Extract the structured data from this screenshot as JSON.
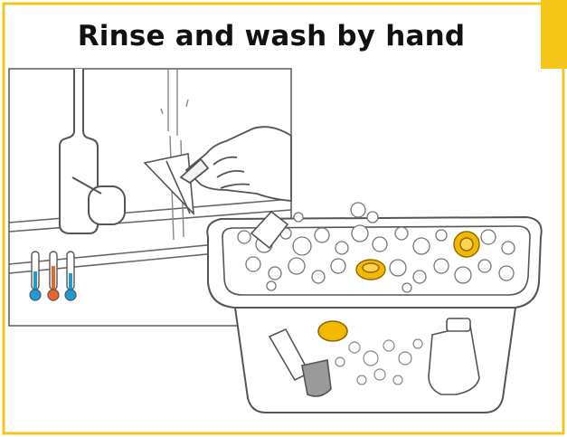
{
  "title": "Rinse and wash by hand",
  "colors": {
    "accent_yellow": "#F5C518",
    "cold_blue": "#1E9AD6",
    "warm_orange": "#E8642C",
    "line": "#555555"
  },
  "thermometers": [
    "cold",
    "warm",
    "cold"
  ]
}
